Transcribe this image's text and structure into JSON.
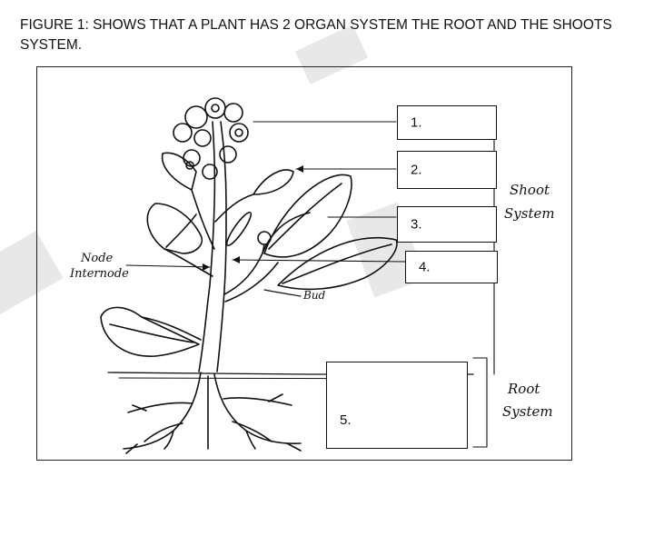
{
  "caption": "FIGURE 1: SHOWS THAT A PLANT HAS 2 ORGAN SYSTEM THE ROOT AND THE SHOOTS SYSTEM.",
  "labels": {
    "box1": "1.",
    "box2": "2.",
    "box3": "3.",
    "box4": "4.",
    "box5": "5.",
    "node": "Node",
    "internode": "Internode",
    "bud": "Bud",
    "shoot_line1": "Shoot",
    "shoot_line2": "System",
    "root_line1": "Root",
    "root_line2": "System"
  },
  "colors": {
    "ink": "#111111",
    "watermark": "#e6e6e6",
    "background": "#ffffff"
  }
}
